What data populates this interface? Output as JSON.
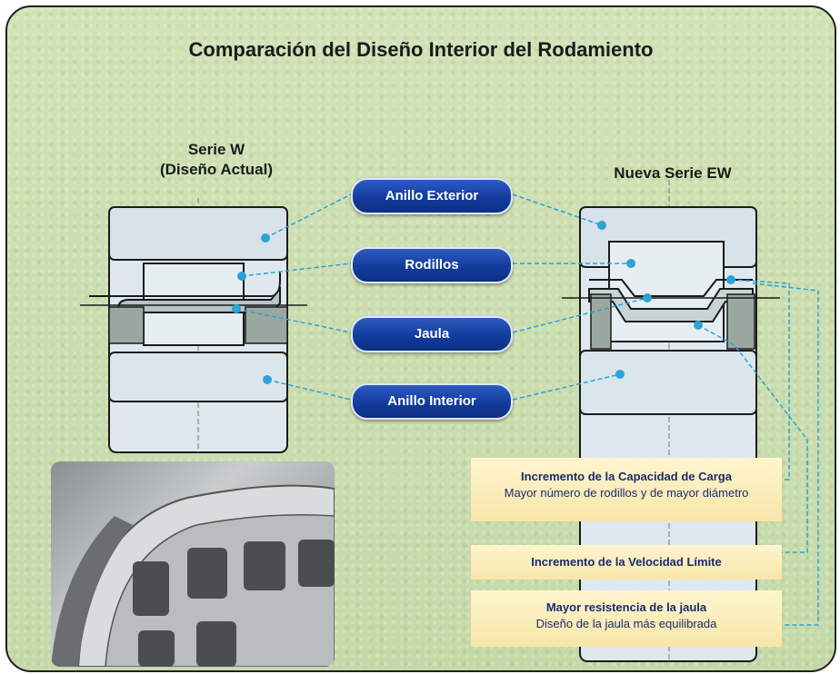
{
  "title": "Comparación del Diseño Interior del Rodamiento",
  "left": {
    "title_line1": "Serie W",
    "title_line2": "(Diseño Actual)"
  },
  "right": {
    "title": "Nueva Serie EW"
  },
  "labels": {
    "outer_ring": "Anillo Exterior",
    "rollers": "Rodillos",
    "cage": "Jaula",
    "inner_ring": "Anillo Interior"
  },
  "benefits": [
    {
      "title": "Incremento de la Capacidad de Carga",
      "detail": "Mayor número de rodillos y de mayor diámetro"
    },
    {
      "title": "Incremento de la Velocidad Límite",
      "detail": ""
    },
    {
      "title": "Mayor resistencia de la jaula",
      "detail": "Diseño de la jaula más equilibrada"
    }
  ],
  "colors": {
    "background": "#c9dcae",
    "pill_blue": "#123c9c",
    "leader": "#2aa3d6",
    "info_box": "#fff5cf"
  }
}
